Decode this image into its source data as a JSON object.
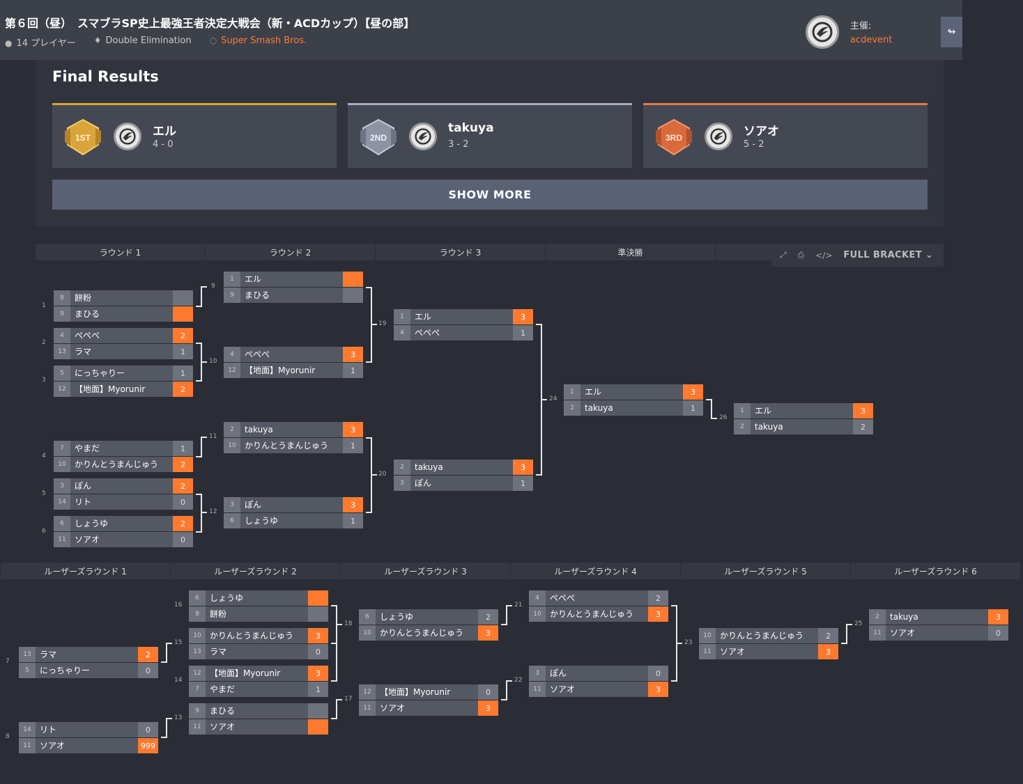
{
  "header": {
    "title": "第６回（昼）　スマブラSP史上最強王者決定大戦会（新・ACDカップ）【昼の部】",
    "players": "14 プレイヤー",
    "format": "Double Elimination",
    "game": "Super Smash Bros.",
    "organizer_label": "主催:",
    "organizer_name": "acdevent"
  },
  "results": {
    "title": "Final Results",
    "places": [
      {
        "badge": "1ST",
        "name": "エル",
        "score": "4 - 0"
      },
      {
        "badge": "2ND",
        "name": "takuya",
        "score": "3 - 2"
      },
      {
        "badge": "3RD",
        "name": "ソアオ",
        "score": "5 - 2"
      }
    ],
    "show_more": "SHOW MORE"
  },
  "colors": {
    "accent": "#ff7a2f",
    "gold": "#d9a43a",
    "silver": "#a9aec0",
    "bronze": "#e07a4c"
  },
  "toolbar": {
    "full_bracket": "FULL BRACKET"
  },
  "winners_rounds": [
    "ラウンド 1",
    "ラウンド 2",
    "ラウンド 3",
    "準決勝",
    ""
  ],
  "losers_rounds": [
    "ルーザーズラウンド 1",
    "ルーザーズラウンド 2",
    "ルーザーズラウンド 3",
    "ルーザーズラウンド 4",
    "ルーザーズラウンド 5",
    "ルーザーズラウンド 6"
  ],
  "matches": [
    {
      "num": "1",
      "p1": {
        "seed": "8",
        "name": "餅粉",
        "score": ""
      },
      "p2": {
        "seed": "9",
        "name": "まひる",
        "score": ""
      },
      "win": 2
    },
    {
      "num": "2",
      "p1": {
        "seed": "4",
        "name": "ぺぺぺ",
        "score": "2"
      },
      "p2": {
        "seed": "13",
        "name": "ラマ",
        "score": "1"
      },
      "win": 1
    },
    {
      "num": "3",
      "p1": {
        "seed": "5",
        "name": "にっちゃりー",
        "score": "1"
      },
      "p2": {
        "seed": "12",
        "name": "【地面】Myorunir",
        "score": "2"
      },
      "win": 2
    },
    {
      "num": "4",
      "p1": {
        "seed": "7",
        "name": "やまだ",
        "score": "1"
      },
      "p2": {
        "seed": "10",
        "name": "かりんとうまんじゅう",
        "score": "2"
      },
      "win": 2
    },
    {
      "num": "5",
      "p1": {
        "seed": "3",
        "name": "ぽん",
        "score": "2"
      },
      "p2": {
        "seed": "14",
        "name": "リト",
        "score": "0"
      },
      "win": 1
    },
    {
      "num": "6",
      "p1": {
        "seed": "6",
        "name": "しょうゆ",
        "score": "2"
      },
      "p2": {
        "seed": "11",
        "name": "ソアオ",
        "score": "0"
      },
      "win": 1
    },
    {
      "num": "9",
      "p1": {
        "seed": "1",
        "name": "エル",
        "score": ""
      },
      "p2": {
        "seed": "9",
        "name": "まひる",
        "score": ""
      },
      "win": 1
    },
    {
      "num": "10",
      "p1": {
        "seed": "4",
        "name": "ぺぺぺ",
        "score": "3"
      },
      "p2": {
        "seed": "12",
        "name": "【地面】Myorunir",
        "score": "1"
      },
      "win": 1
    },
    {
      "num": "11",
      "p1": {
        "seed": "2",
        "name": "takuya",
        "score": "3"
      },
      "p2": {
        "seed": "10",
        "name": "かりんとうまんじゅう",
        "score": "1"
      },
      "win": 1
    },
    {
      "num": "12",
      "p1": {
        "seed": "3",
        "name": "ぽん",
        "score": "3"
      },
      "p2": {
        "seed": "6",
        "name": "しょうゆ",
        "score": "1"
      },
      "win": 1
    },
    {
      "num": "19",
      "p1": {
        "seed": "1",
        "name": "エル",
        "score": "3"
      },
      "p2": {
        "seed": "4",
        "name": "ぺぺぺ",
        "score": "1"
      },
      "win": 1
    },
    {
      "num": "20",
      "p1": {
        "seed": "2",
        "name": "takuya",
        "score": "3"
      },
      "p2": {
        "seed": "3",
        "name": "ぽん",
        "score": "1"
      },
      "win": 1
    },
    {
      "num": "24",
      "p1": {
        "seed": "1",
        "name": "エル",
        "score": "3"
      },
      "p2": {
        "seed": "2",
        "name": "takuya",
        "score": "1"
      },
      "win": 1
    },
    {
      "num": "26",
      "p1": {
        "seed": "1",
        "name": "エル",
        "score": "3"
      },
      "p2": {
        "seed": "2",
        "name": "takuya",
        "score": "2"
      },
      "win": 1
    },
    {
      "num": "7",
      "p1": {
        "seed": "13",
        "name": "ラマ",
        "score": "2"
      },
      "p2": {
        "seed": "5",
        "name": "にっちゃりー",
        "score": "0"
      },
      "win": 1
    },
    {
      "num": "8",
      "p1": {
        "seed": "14",
        "name": "リト",
        "score": "0"
      },
      "p2": {
        "seed": "11",
        "name": "ソアオ",
        "score": "999"
      },
      "win": 2
    },
    {
      "num": "16",
      "p1": {
        "seed": "6",
        "name": "しょうゆ",
        "score": ""
      },
      "p2": {
        "seed": "8",
        "name": "餅粉",
        "score": ""
      },
      "win": 1
    },
    {
      "num": "15",
      "p1": {
        "seed": "10",
        "name": "かりんとうまんじゅう",
        "score": "3"
      },
      "p2": {
        "seed": "13",
        "name": "ラマ",
        "score": "0"
      },
      "win": 1
    },
    {
      "num": "14",
      "p1": {
        "seed": "12",
        "name": "【地面】Myorunir",
        "score": "3"
      },
      "p2": {
        "seed": "7",
        "name": "やまだ",
        "score": "1"
      },
      "win": 1
    },
    {
      "num": "13",
      "p1": {
        "seed": "9",
        "name": "まひる",
        "score": ""
      },
      "p2": {
        "seed": "11",
        "name": "ソアオ",
        "score": ""
      },
      "win": 2
    },
    {
      "num": "18",
      "p1": {
        "seed": "6",
        "name": "しょうゆ",
        "score": "2"
      },
      "p2": {
        "seed": "10",
        "name": "かりんとうまんじゅう",
        "score": "3"
      },
      "win": 2
    },
    {
      "num": "17",
      "p1": {
        "seed": "12",
        "name": "【地面】Myorunir",
        "score": "0"
      },
      "p2": {
        "seed": "11",
        "name": "ソアオ",
        "score": "3"
      },
      "win": 2
    },
    {
      "num": "21",
      "p1": {
        "seed": "4",
        "name": "ぺぺぺ",
        "score": "2"
      },
      "p2": {
        "seed": "10",
        "name": "かりんとうまんじゅう",
        "score": "3"
      },
      "win": 2
    },
    {
      "num": "22",
      "p1": {
        "seed": "3",
        "name": "ぽん",
        "score": "0"
      },
      "p2": {
        "seed": "11",
        "name": "ソアオ",
        "score": "3"
      },
      "win": 2
    },
    {
      "num": "23",
      "p1": {
        "seed": "10",
        "name": "かりんとうまんじゅう",
        "score": "2"
      },
      "p2": {
        "seed": "11",
        "name": "ソアオ",
        "score": "3"
      },
      "win": 2
    },
    {
      "num": "25",
      "p1": {
        "seed": "2",
        "name": "takuya",
        "score": "3"
      },
      "p2": {
        "seed": "11",
        "name": "ソアオ",
        "score": "0"
      },
      "win": 1
    }
  ]
}
